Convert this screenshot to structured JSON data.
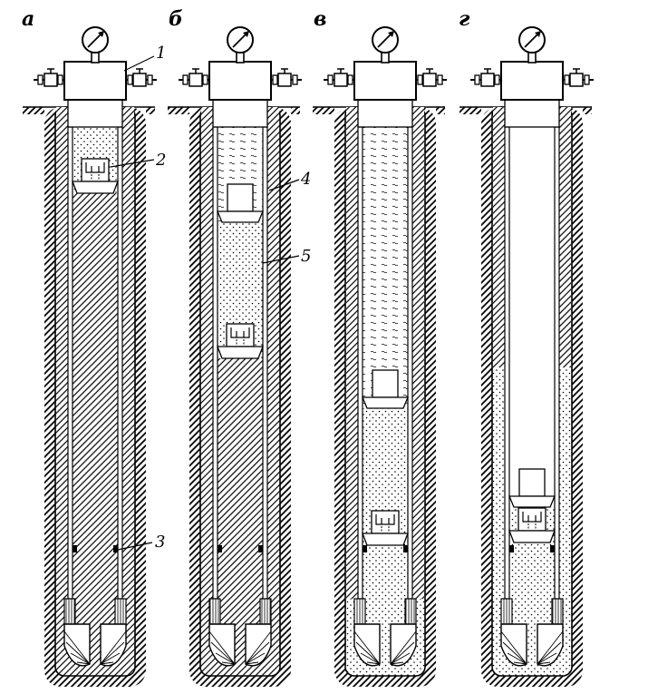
{
  "panels": [
    {
      "label": "а"
    },
    {
      "label": "б"
    },
    {
      "label": "в"
    },
    {
      "label": "г"
    }
  ],
  "callouts": [
    "1",
    "2",
    "3",
    "4",
    "5"
  ],
  "colors": {
    "ink": "#000000",
    "paper": "#ffffff"
  }
}
